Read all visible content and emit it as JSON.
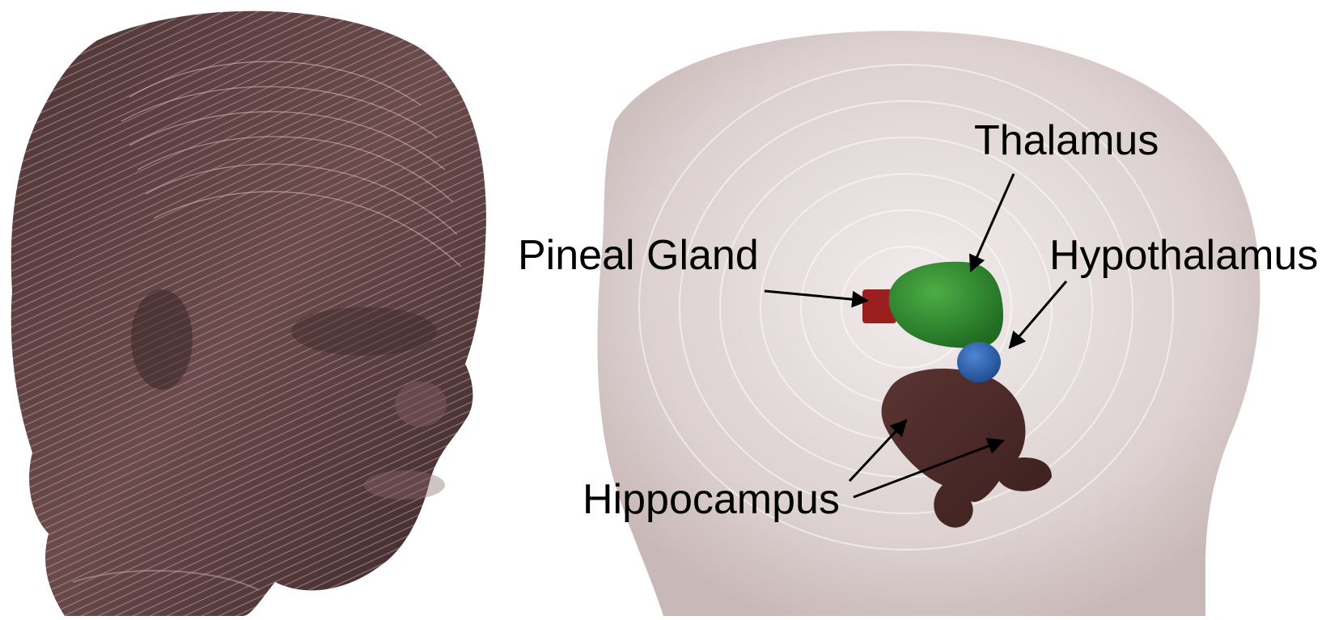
{
  "labels": {
    "thalamus": "Thalamus",
    "pineal_gland": "Pineal Gland",
    "hypothalamus": "Hypothalamus",
    "hippocampus": "Hippocampus"
  },
  "colors": {
    "background": "#ffffff",
    "infant_head_surface": "#5e4142",
    "translucent_head": "#e6dcdc",
    "thalamus": "#2f8a2f",
    "pineal_gland": "#9a1f1f",
    "hypothalamus": "#2f63b0",
    "hippocampus": "#4a2a28",
    "label_text": "#000000"
  }
}
